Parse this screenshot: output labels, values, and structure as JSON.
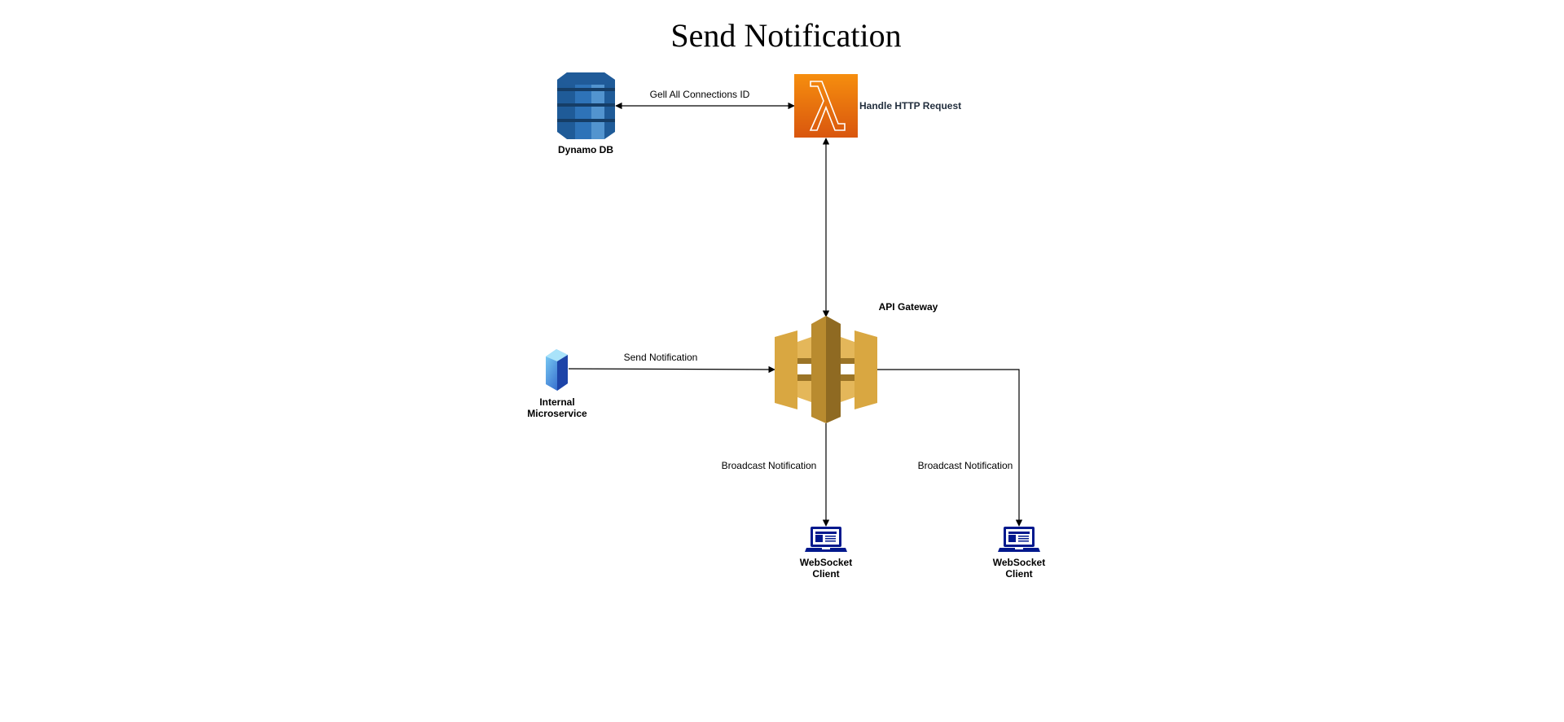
{
  "title": "Send Notification",
  "nodes": {
    "dynamodb": {
      "label": "Dynamo DB",
      "icon": "dynamodb-icon"
    },
    "lambda": {
      "label": "Handle HTTP Request",
      "icon": "lambda-icon"
    },
    "api_gateway": {
      "label": "API Gateway",
      "icon": "api-gateway-icon"
    },
    "microservice": {
      "label_line1": "Internal",
      "label_line2": "Microservice",
      "icon": "server-icon"
    },
    "client_1": {
      "label_line1": "WebSocket",
      "label_line2": "Client",
      "icon": "laptop-icon"
    },
    "client_2": {
      "label_line1": "WebSocket",
      "label_line2": "Client",
      "icon": "laptop-icon"
    }
  },
  "edges": {
    "db_lambda": "Gell All Connections ID",
    "micro_api": "Send Notification",
    "api_client_1": "Broadcast Notification",
    "api_client_2": "Broadcast Notification"
  },
  "colors": {
    "dynamodb": "#2E73B8",
    "lambda": "#E7720F",
    "api_gateway": "#D9A741",
    "laptop": "#00188D"
  }
}
